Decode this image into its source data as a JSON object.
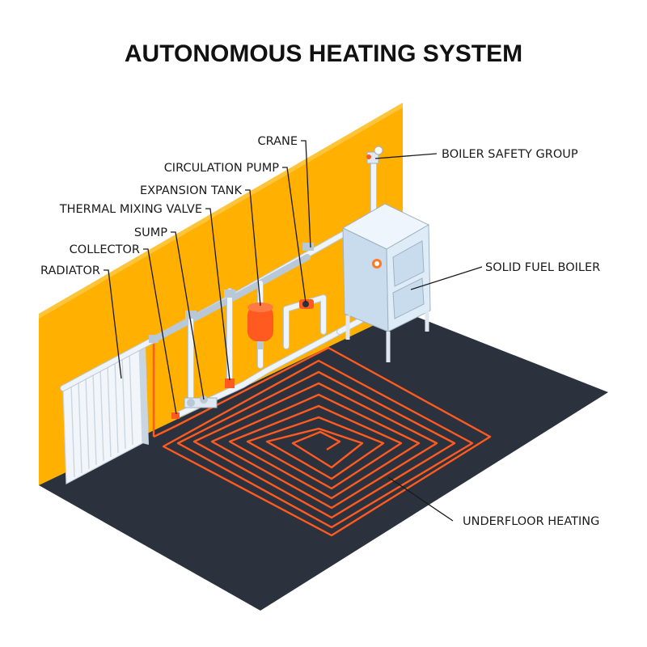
{
  "title": "AUTONOMOUS HEATING SYSTEM",
  "labels": {
    "crane": "CRANE",
    "circulation_pump": "CIRCULATION PUMP",
    "expansion_tank": "EXPANSION TANK",
    "thermal_mixing_valve": "THERMAL MIXING VALVE",
    "sump": "SUMP",
    "collector": "COLLECTOR",
    "radiator": "RADIATOR",
    "boiler_safety_group": "BOILER SAFETY GROUP",
    "solid_fuel_boiler": "SOLID FUEL BOILER",
    "underfloor_heating": "UNDERFLOOR HEATING"
  },
  "colors": {
    "wall": "#ffb000",
    "wall_shade": "#e89a00",
    "floor": "#2b323d",
    "heating_pipe": "#ff5a1f",
    "boiler": "#dbe9f6",
    "tank": "#ff5a1f"
  }
}
